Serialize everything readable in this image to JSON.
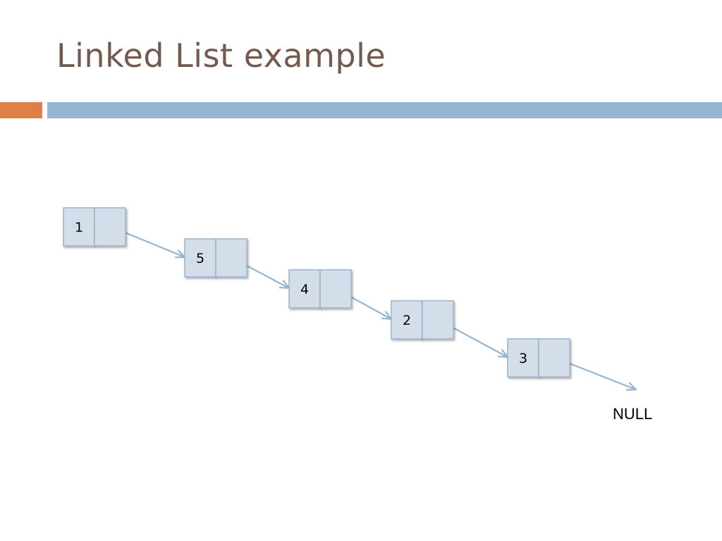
{
  "slide": {
    "title": "Linked List example"
  },
  "colors": {
    "title": "#735a4c",
    "accent_bar": "#dd8047",
    "main_bar": "#94b6d2",
    "node_fill": "#d3deea",
    "node_border": "#9fb4c8",
    "arrow": "#94b6d2"
  },
  "linked_list": {
    "nodes": [
      {
        "value": "1"
      },
      {
        "value": "5"
      },
      {
        "value": "4"
      },
      {
        "value": "2"
      },
      {
        "value": "3"
      }
    ],
    "terminal_label": "NULL"
  }
}
